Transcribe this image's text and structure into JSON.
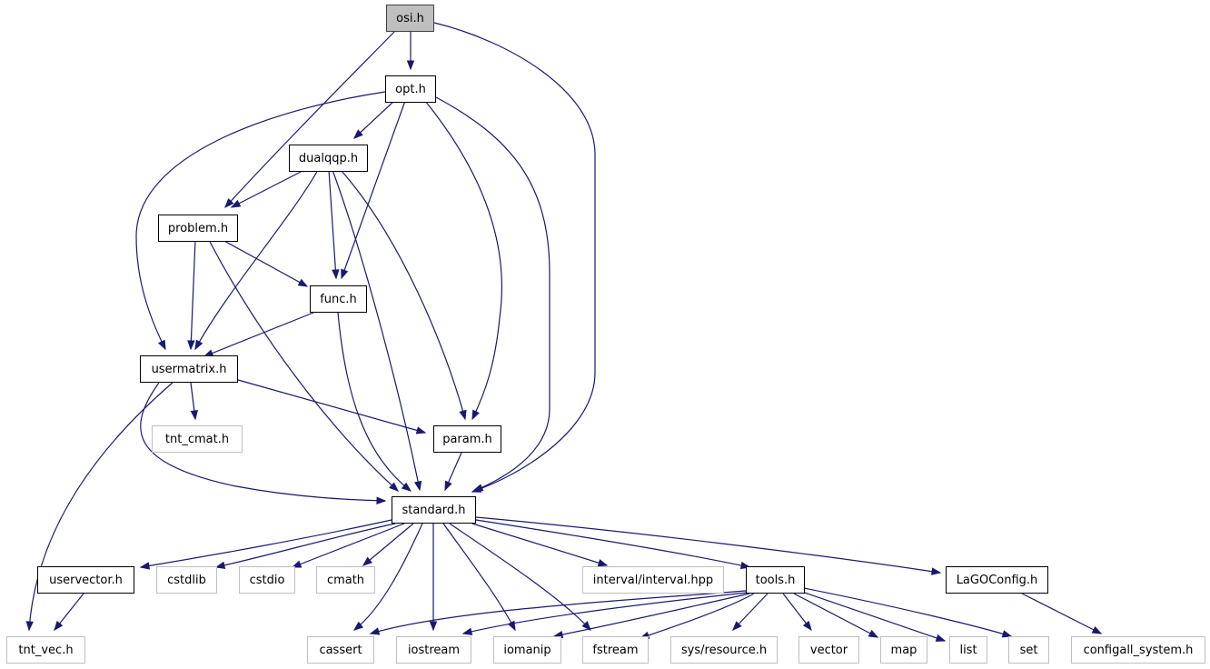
{
  "graph": {
    "root": "osi.h",
    "colors": {
      "edge": "#191970",
      "root_fill": "#bfbfbf",
      "local_border": "#000000",
      "external_border": "#bfbfbf"
    },
    "nodes": {
      "osi_h": "osi.h",
      "opt_h": "opt.h",
      "dualqqp_h": "dualqqp.h",
      "problem_h": "problem.h",
      "func_h": "func.h",
      "usermatrix_h": "usermatrix.h",
      "tnt_cmat_h": "tnt_cmat.h",
      "param_h": "param.h",
      "standard_h": "standard.h",
      "uservector_h": "uservector.h",
      "cstdlib": "cstdlib",
      "cstdio": "cstdio",
      "cmath": "cmath",
      "interval_hpp": "interval/interval.hpp",
      "tools_h": "tools.h",
      "lagoconfig_h": "LaGOConfig.h",
      "tnt_vec_h": "tnt_vec.h",
      "cassert": "cassert",
      "iostream": "iostream",
      "iomanip": "iomanip",
      "fstream": "fstream",
      "sys_resource_h": "sys/resource.h",
      "vector": "vector",
      "map": "map",
      "list": "list",
      "set": "set",
      "configall_system_h": "configall_system.h"
    },
    "edges": [
      [
        "osi_h",
        "opt_h"
      ],
      [
        "osi_h",
        "problem_h"
      ],
      [
        "osi_h",
        "standard_h"
      ],
      [
        "opt_h",
        "dualqqp_h"
      ],
      [
        "opt_h",
        "usermatrix_h"
      ],
      [
        "opt_h",
        "func_h"
      ],
      [
        "opt_h",
        "param_h"
      ],
      [
        "opt_h",
        "standard_h"
      ],
      [
        "dualqqp_h",
        "problem_h"
      ],
      [
        "dualqqp_h",
        "func_h"
      ],
      [
        "dualqqp_h",
        "usermatrix_h"
      ],
      [
        "dualqqp_h",
        "param_h"
      ],
      [
        "dualqqp_h",
        "standard_h"
      ],
      [
        "problem_h",
        "func_h"
      ],
      [
        "problem_h",
        "usermatrix_h"
      ],
      [
        "problem_h",
        "standard_h"
      ],
      [
        "func_h",
        "usermatrix_h"
      ],
      [
        "func_h",
        "standard_h"
      ],
      [
        "usermatrix_h",
        "tnt_cmat_h"
      ],
      [
        "usermatrix_h",
        "param_h"
      ],
      [
        "usermatrix_h",
        "standard_h"
      ],
      [
        "usermatrix_h",
        "tnt_vec_h"
      ],
      [
        "param_h",
        "standard_h"
      ],
      [
        "standard_h",
        "uservector_h"
      ],
      [
        "standard_h",
        "cstdlib"
      ],
      [
        "standard_h",
        "cstdio"
      ],
      [
        "standard_h",
        "cmath"
      ],
      [
        "standard_h",
        "interval_hpp"
      ],
      [
        "standard_h",
        "tools_h"
      ],
      [
        "standard_h",
        "lagoconfig_h"
      ],
      [
        "standard_h",
        "cassert"
      ],
      [
        "standard_h",
        "iostream"
      ],
      [
        "standard_h",
        "iomanip"
      ],
      [
        "standard_h",
        "fstream"
      ],
      [
        "uservector_h",
        "tnt_vec_h"
      ],
      [
        "tools_h",
        "cassert"
      ],
      [
        "tools_h",
        "iostream"
      ],
      [
        "tools_h",
        "iomanip"
      ],
      [
        "tools_h",
        "fstream"
      ],
      [
        "tools_h",
        "sys_resource_h"
      ],
      [
        "tools_h",
        "vector"
      ],
      [
        "tools_h",
        "map"
      ],
      [
        "tools_h",
        "list"
      ],
      [
        "tools_h",
        "set"
      ],
      [
        "lagoconfig_h",
        "configall_system_h"
      ]
    ]
  }
}
